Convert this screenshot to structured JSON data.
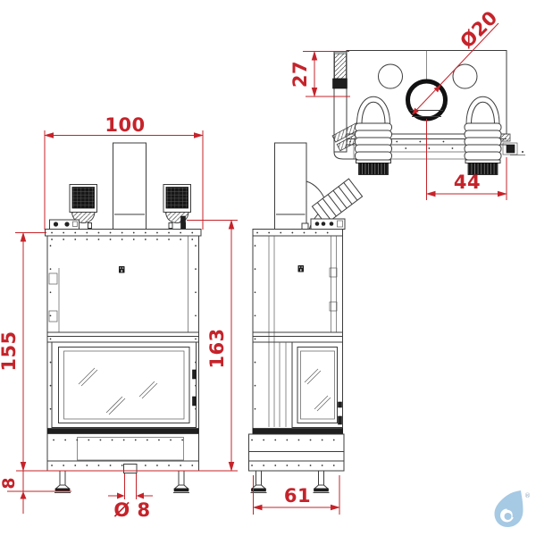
{
  "drawing": {
    "dimensions": {
      "front_width": "100",
      "flue_offset_depth": "27",
      "flue_diameter": "Ø20",
      "flue_center_from_right": "44",
      "body_height": "155",
      "overall_height": "163",
      "feet_height": "8",
      "fixing_hole_diameter": "Ø 8",
      "base_depth": "61"
    },
    "colors": {
      "dimension_red": "#c5232a",
      "line_dark": "#3c3c3c",
      "logo_blue": "#a6c9e4"
    },
    "logo": {
      "icon": "water-drop-logo",
      "registered_mark": "®"
    }
  }
}
